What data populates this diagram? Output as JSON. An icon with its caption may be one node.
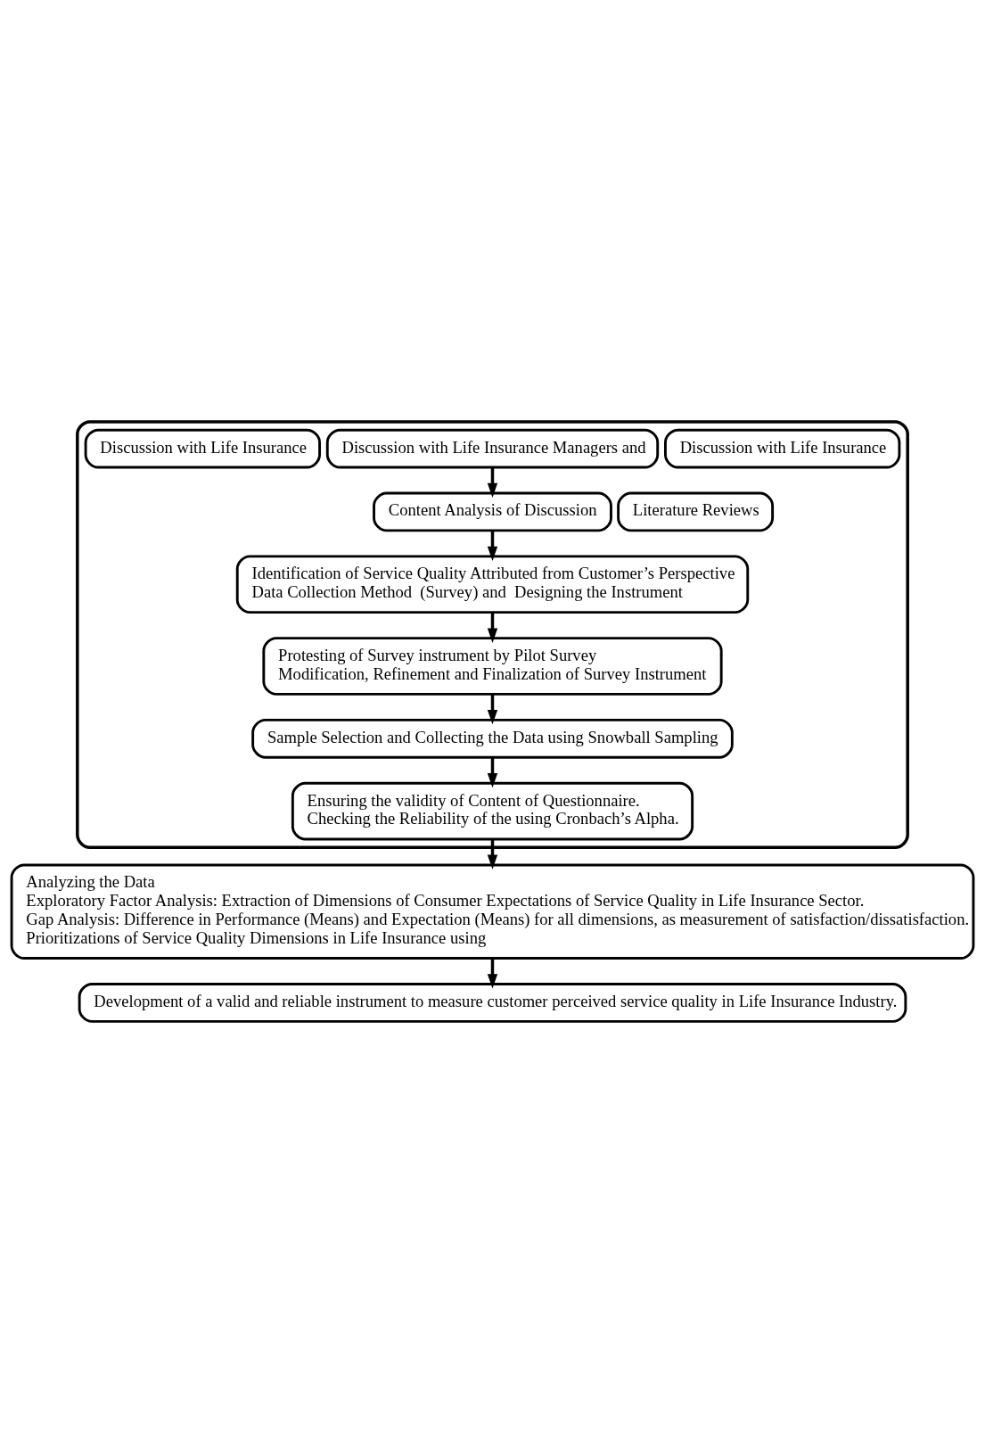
{
  "diagram": {
    "nodes": [
      {
        "text": [],
        "shape": "box"
      },
      {
        "text": [
          "Discussion with Life Insurance"
        ],
        "in": 0
      },
      {
        "text": [
          "Discussion with Life Insurance Managers and"
        ],
        "in": 0
      },
      {
        "text": [
          "Discussion with Life Insurance"
        ],
        "in": 0
      },
      {
        "text": [
          "Content Analysis of Discussion"
        ],
        "in": 0
      },
      {
        "text": [
          "Literature Reviews"
        ],
        "in": 0
      },
      {
        "text": [
          "Identification of Service Quality Attributed from Customer’s Perspective",
          "Data Collection Method  (Survey) and  Designing the Instrument"
        ],
        "in": 0
      },
      {
        "text": [
          "Protesting of Survey instrument by Pilot Survey",
          "Modification, Refinement and Finalization of Survey Instrument"
        ],
        "in": 0
      },
      {
        "text": [
          "Sample Selection and Collecting the Data using Snowball Sampling"
        ],
        "in": 0
      },
      {
        "text": [
          "Ensuring the validity of Content of Questionnaire.",
          "Checking the Reliability of the using Cronbach’s Alpha."
        ],
        "in": 0
      },
      {
        "text": [
          "Analyzing the Data",
          "Exploratory Factor Analysis: Extraction of Dimensions of Consumer Expectations of Service Quality in Life Insurance Sector.",
          "Gap Analysis: Difference in Performance (Means) and Expectation (Means) for all dimensions, as measurement of satisfaction/dissatisfaction.",
          "Prioritizations of Service Quality Dimensions in Life Insurance using"
        ]
      },
      {
        "text": [
          "Development of a valid and reliable instrument to measure customer perceived service quality in Life Insurance Industry."
        ]
      }
    ],
    "edges": [
      {
        "from": 2,
        "to": 4,
        "arrow": "to"
      },
      {
        "from": 4,
        "to": 6,
        "arrow": "to"
      },
      {
        "from": 6,
        "to": 7,
        "arrow": "to"
      },
      {
        "from": 7,
        "to": 8,
        "arrow": "to"
      },
      {
        "from": 8,
        "to": 9,
        "arrow": "to"
      },
      {
        "from": 9,
        "to": 10,
        "arrow": "to"
      },
      {
        "from": 10,
        "to": 11,
        "arrow": "to"
      }
    ]
  }
}
